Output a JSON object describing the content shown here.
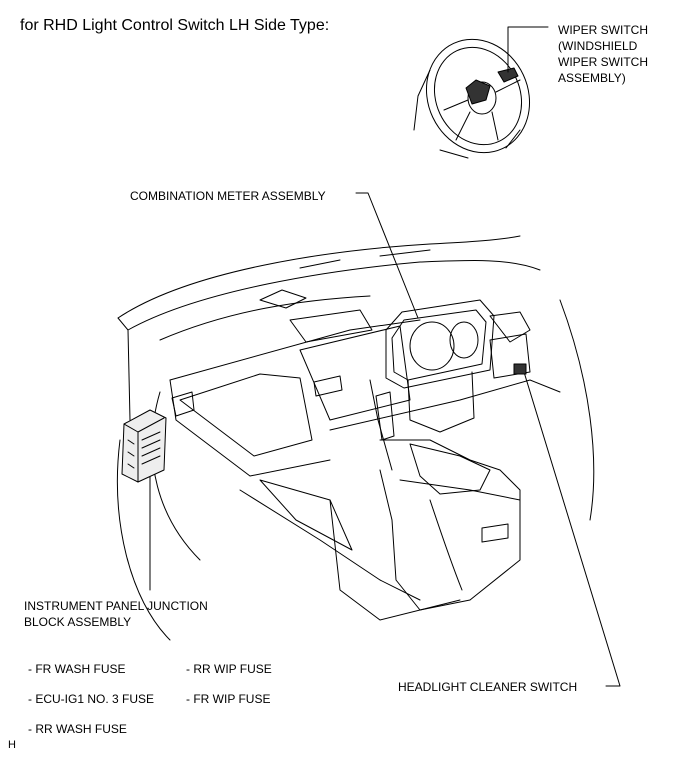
{
  "title": "for RHD Light Control Switch LH Side Type:",
  "labels": {
    "wiper_switch": [
      "WIPER SWITCH",
      "(WINDSHIELD",
      "WIPER SWITCH",
      "ASSEMBLY)"
    ],
    "combination_meter": "COMBINATION METER ASSEMBLY",
    "junction_block": [
      "INSTRUMENT PANEL JUNCTION",
      "BLOCK ASSEMBLY"
    ],
    "headlight_cleaner": "HEADLIGHT CLEANER SWITCH"
  },
  "fuses": {
    "fr_wash": "- FR WASH FUSE",
    "ecu_ig1": "- ECU-IG1 NO. 3 FUSE",
    "rr_wash": "- RR WASH FUSE",
    "rr_wip": "- RR WIP FUSE",
    "fr_wip": "- FR WIP FUSE"
  },
  "corner_mark": "H"
}
